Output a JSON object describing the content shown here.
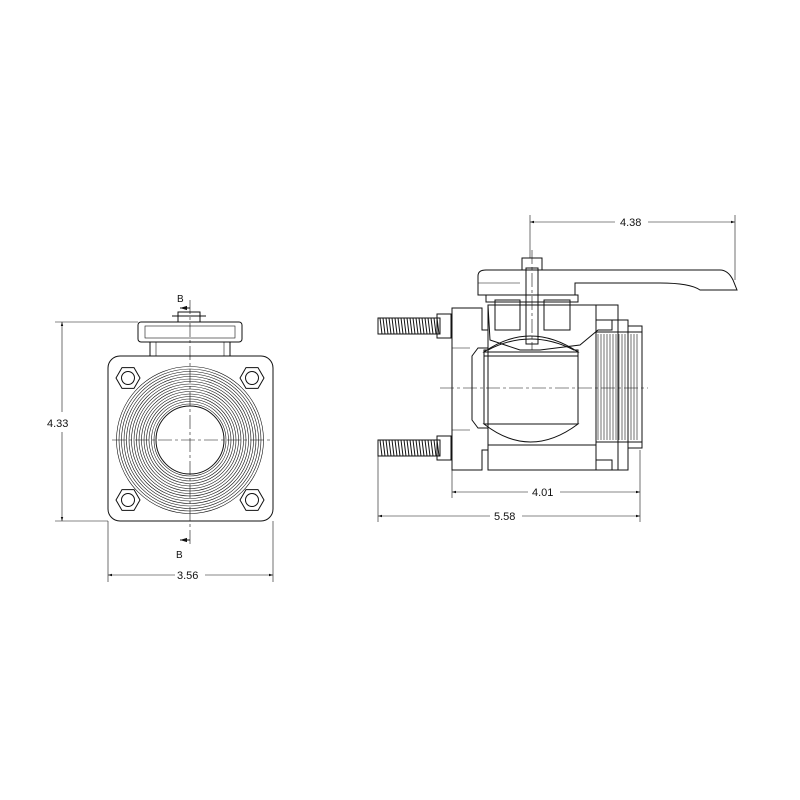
{
  "front_view": {
    "section_label_top": "B",
    "section_label_bottom": "B",
    "dim_height": "4.33",
    "dim_width": "3.56"
  },
  "side_view": {
    "dim_handle": "4.38",
    "dim_body": "4.01",
    "dim_overall": "5.58"
  }
}
